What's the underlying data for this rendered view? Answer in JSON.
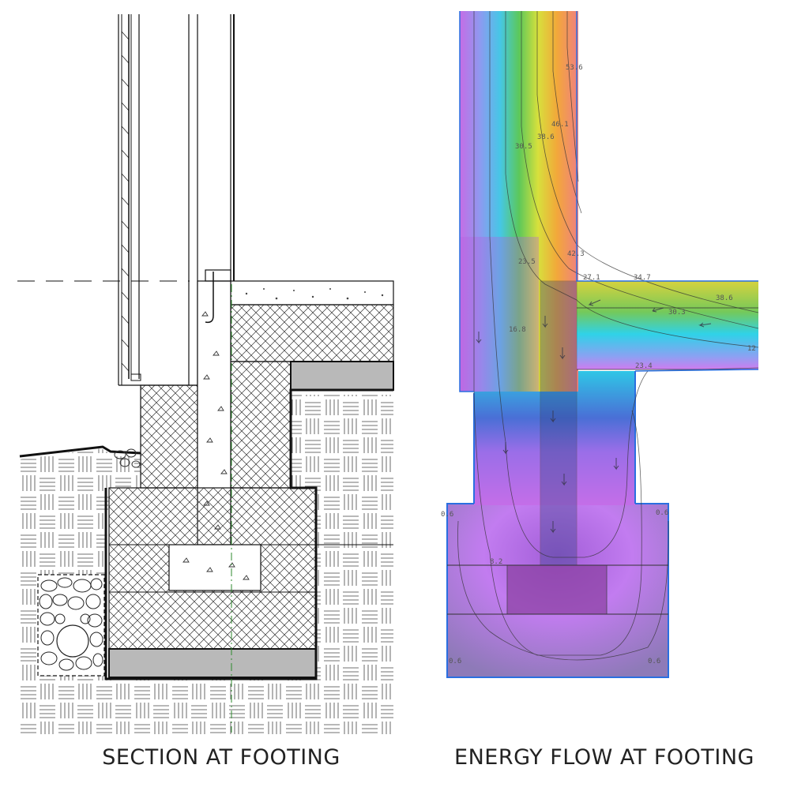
{
  "captions": {
    "left": "SECTION AT FOOTING",
    "right": "ENERGY FLOW AT FOOTING"
  },
  "temperature_labels": [
    {
      "key": "t1",
      "text": "53.6"
    },
    {
      "key": "t2",
      "text": "46.1"
    },
    {
      "key": "t3",
      "text": "38.6"
    },
    {
      "key": "t4",
      "text": "30.5"
    },
    {
      "key": "t5",
      "text": "42.3"
    },
    {
      "key": "t6",
      "text": "27.1"
    },
    {
      "key": "t7",
      "text": "34.7"
    },
    {
      "key": "t8",
      "text": "38.6"
    },
    {
      "key": "t9",
      "text": "30.3"
    },
    {
      "key": "t10",
      "text": "23.5"
    },
    {
      "key": "t11",
      "text": "16.8"
    },
    {
      "key": "t12",
      "text": "23.4"
    },
    {
      "key": "t13",
      "text": "12"
    },
    {
      "key": "t14",
      "text": "0.6"
    },
    {
      "key": "t15",
      "text": "0.6"
    },
    {
      "key": "t16",
      "text": "8.2"
    },
    {
      "key": "t17",
      "text": "0.6"
    },
    {
      "key": "t18",
      "text": "0.6"
    }
  ],
  "colors": {
    "hot": "#e8383d",
    "warm": "#f2a63a",
    "mid": "#d8e040",
    "green": "#56c25a",
    "cyan": "#2fd0e8",
    "blue": "#3d6fd8",
    "violet": "#b96ef0",
    "magenta": "#d58af0",
    "outline": "#2a6fe0"
  }
}
